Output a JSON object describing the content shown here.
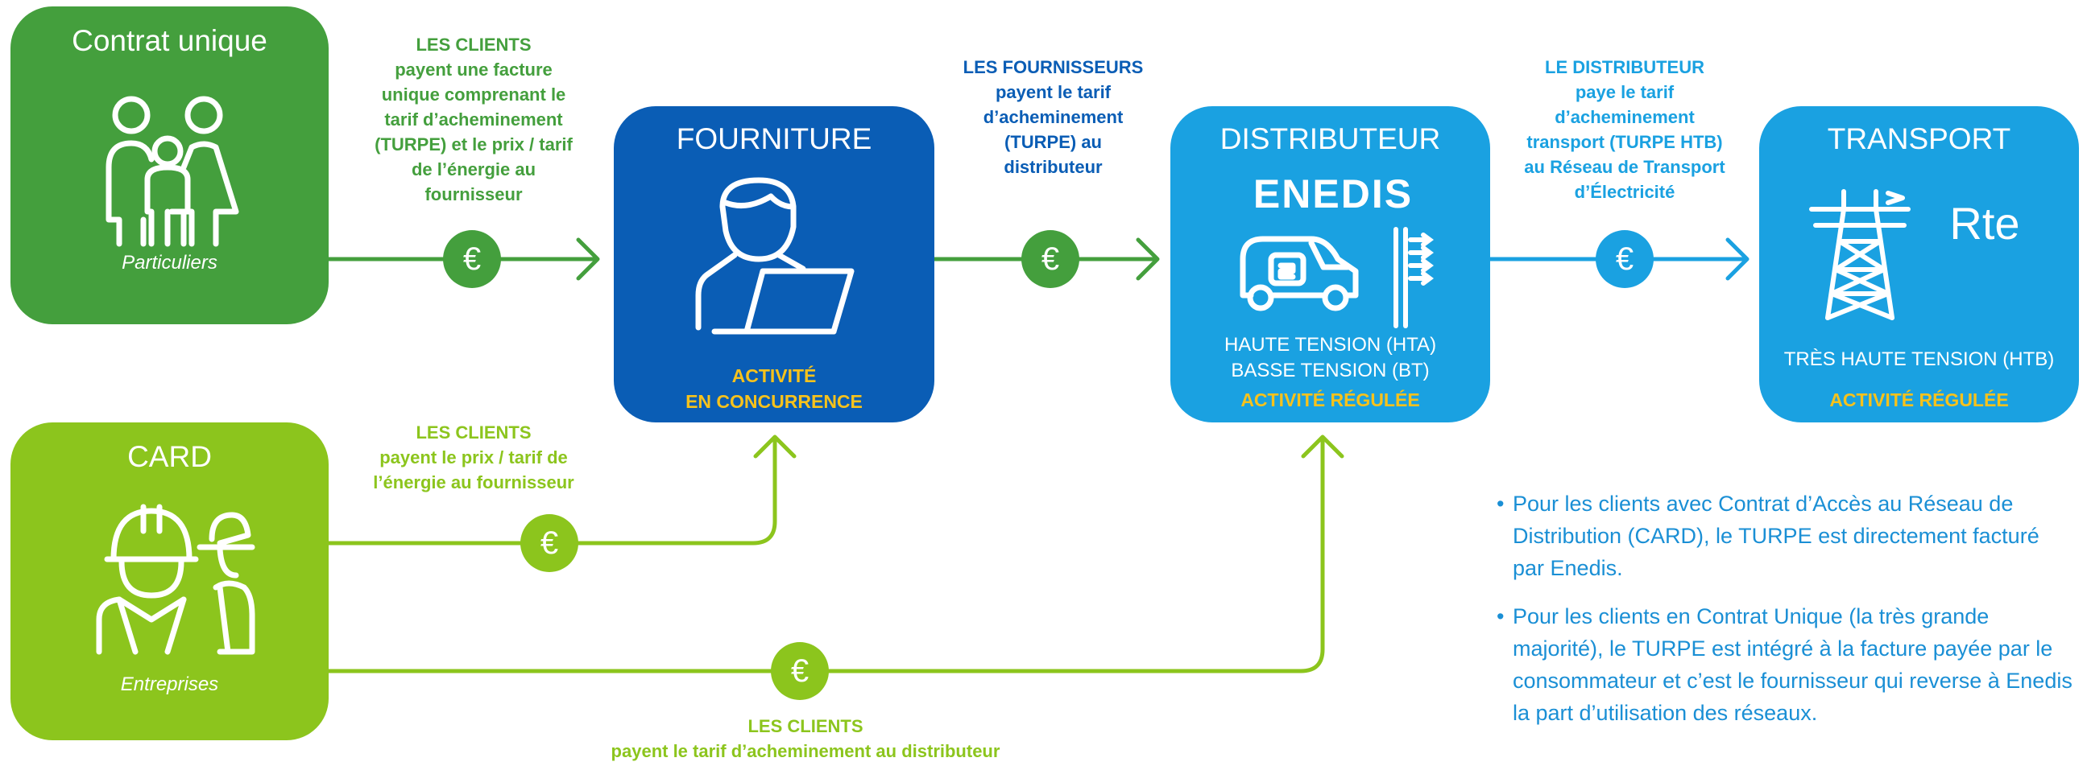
{
  "boxes": {
    "contrat_unique": {
      "title": "Contrat unique",
      "subtitle": "Particuliers",
      "color": "#449f3d"
    },
    "card": {
      "title": "CARD",
      "subtitle": "Entreprises",
      "color": "#8cc51d"
    },
    "fourniture": {
      "title": "FOURNITURE",
      "status_line1": "ACTIVITÉ",
      "status_line2": "EN CONCURRENCE",
      "color": "#0a5db5"
    },
    "distributeur": {
      "title": "DISTRIBUTEUR",
      "logo": "ENEDIS",
      "line1": "HAUTE TENSION (HTA)",
      "line2": "BASSE TENSION (BT)",
      "status": "ACTIVITÉ RÉGULÉE",
      "color": "#1aa1e1"
    },
    "transport": {
      "title": "TRANSPORT",
      "logo": "Rte",
      "line1": "TRÈS HAUTE TENSION (HTB)",
      "status": "ACTIVITÉ RÉGULÉE",
      "color": "#1aa1e1"
    }
  },
  "annotations": {
    "clients_contrat": {
      "head": "LES CLIENTS",
      "lines": [
        "payent une facture",
        "unique comprenant le",
        "tarif d’acheminement",
        "(TURPE) et le prix / tarif",
        "de l’énergie au",
        "fournisseur"
      ]
    },
    "fournisseurs": {
      "head": "LES FOURNISSEURS",
      "lines": [
        "payent le tarif",
        "d’acheminement",
        "(TURPE) au",
        "distributeur"
      ]
    },
    "distributeur": {
      "head": "LE DISTRIBUTEUR",
      "lines": [
        "paye le tarif",
        "d’acheminement",
        "transport (TURPE HTB)",
        "au Réseau de Transport",
        "d’Électricité"
      ]
    },
    "clients_card": {
      "head": "LES CLIENTS",
      "lines": [
        "payent le prix / tarif de",
        "l’énergie au fournisseur"
      ]
    },
    "clients_bottom": {
      "head": "LES CLIENTS",
      "lines": [
        "payent le tarif d’acheminement au distributeur"
      ]
    }
  },
  "euro_symbol": "€",
  "notes": [
    "Pour les clients avec Contrat d’Accès au Réseau de Distribution (CARD), le TURPE est directement facturé par Enedis.",
    "Pour les clients en Contrat Unique (la très grande majorité), le TURPE est intégré à la facture payée par le consommateur et c’est le fournisseur qui reverse à Enedis la part d’utilisation des réseaux."
  ],
  "icons": [
    "family-icon",
    "user-laptop-icon",
    "enedis-van-icon",
    "power-pole-icon",
    "pylon-icon",
    "workers-icon"
  ]
}
